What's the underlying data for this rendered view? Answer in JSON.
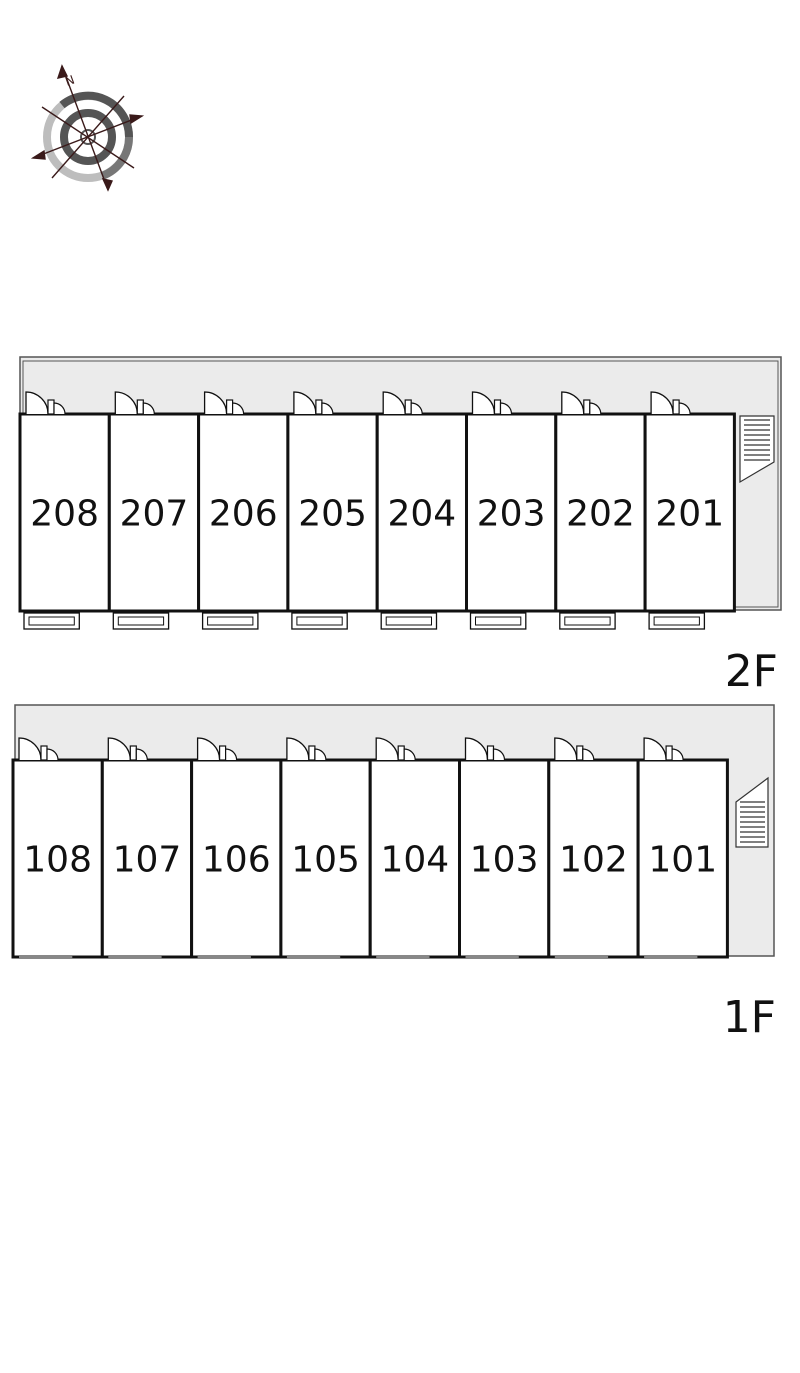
{
  "compass": {
    "icon": "compass-rose-icon",
    "north_letter": "N"
  },
  "floors": [
    {
      "id": "floor-2",
      "label": "2F",
      "units": [
        "208",
        "207",
        "206",
        "205",
        "204",
        "203",
        "202",
        "201"
      ]
    },
    {
      "id": "floor-1",
      "label": "1F",
      "units": [
        "108",
        "107",
        "106",
        "105",
        "104",
        "103",
        "102",
        "101"
      ]
    }
  ],
  "colors": {
    "corridor": "#ebebeb",
    "wall": "#111111",
    "outline": "#555555",
    "compass_dark": "#555555",
    "compass_light": "#bdbdbd",
    "arrow": "#3a1a1a"
  }
}
